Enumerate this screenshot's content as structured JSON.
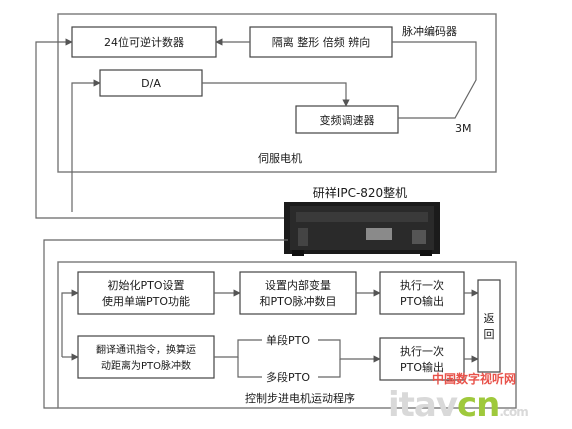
{
  "top_section": {
    "counter_label": "24位可逆计数器",
    "isolation_label": "隔离 整形 倍频 辨向",
    "encoder_label": "脉冲编码器",
    "da_label": "D/A",
    "vfd_label": "变频调速器",
    "motor_3m_label": "3M",
    "servo_label": "伺服电机"
  },
  "computer": {
    "label": "研祥IPC-820整机"
  },
  "bottom_section": {
    "init_box_line1": "初始化PTO设置",
    "init_box_line2": "使用单端PTO功能",
    "setvar_box_line1": "设置内部变量",
    "setvar_box_line2": "和PTO脉冲数目",
    "exec1_box_line1": "执行一次",
    "exec1_box_line2": "PTO输出",
    "translate_box_line1": "翻译通讯指令，换算运",
    "translate_box_line2": "动距离为PTO脉冲数",
    "single_pto_label": "单段PTO",
    "multi_pto_label": "多段PTO",
    "exec2_box_line1": "执行一次",
    "exec2_box_line2": "PTO输出",
    "return_label": "返回",
    "stepper_label": "控制步进电机运动程序"
  },
  "watermark": {
    "site_cn": "中国数字视听网",
    "brand_part1": "itav",
    "brand_part2": "cn",
    "brand_part3": ".com"
  }
}
